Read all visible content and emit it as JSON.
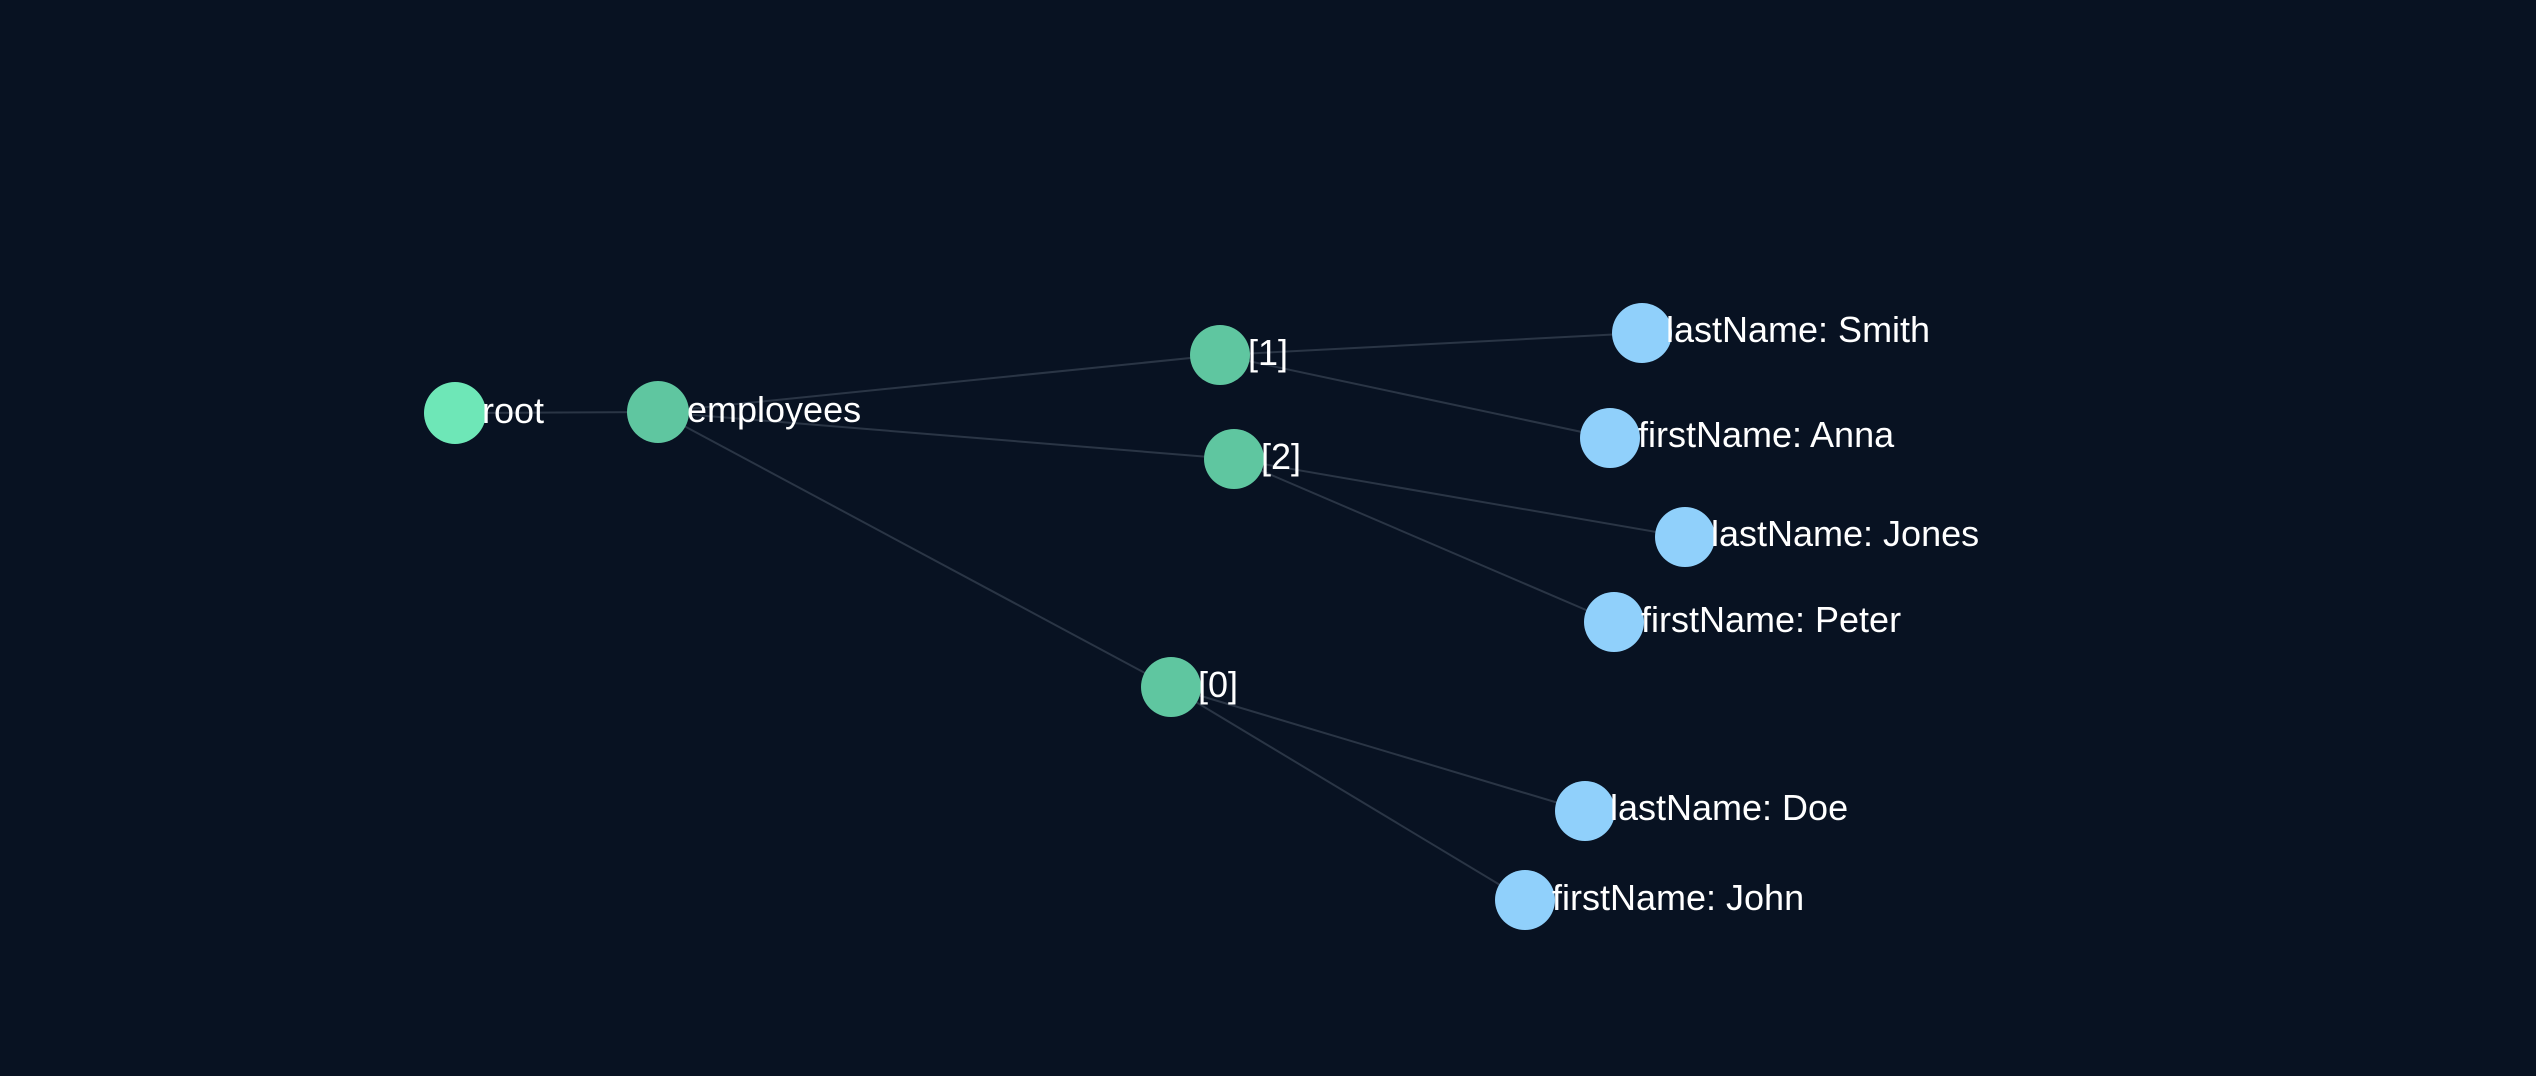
{
  "colors": {
    "background": "#081222",
    "root_node": "#6ee7b7",
    "branch_node": "#5fc6a0",
    "leaf_node": "#90d0fb",
    "edge": "#2a3545",
    "label": "#ffffff"
  },
  "nodes": {
    "root": {
      "label": "root",
      "kind": "root"
    },
    "employees": {
      "label": "employees",
      "kind": "branch"
    },
    "item1": {
      "label": "[1]",
      "kind": "branch"
    },
    "item2": {
      "label": "[2]",
      "kind": "branch"
    },
    "item0": {
      "label": "[0]",
      "kind": "branch"
    },
    "smith": {
      "label": "lastName: Smith",
      "kind": "leaf"
    },
    "anna": {
      "label": "firstName: Anna",
      "kind": "leaf"
    },
    "jones": {
      "label": "lastName: Jones",
      "kind": "leaf"
    },
    "peter": {
      "label": "firstName: Peter",
      "kind": "leaf"
    },
    "doe": {
      "label": "lastName: Doe",
      "kind": "leaf"
    },
    "john": {
      "label": "firstName: John",
      "kind": "leaf"
    }
  },
  "edges": [
    [
      "root",
      "employees"
    ],
    [
      "employees",
      "item1"
    ],
    [
      "employees",
      "item2"
    ],
    [
      "employees",
      "item0"
    ],
    [
      "item1",
      "smith"
    ],
    [
      "item1",
      "anna"
    ],
    [
      "item2",
      "jones"
    ],
    [
      "item2",
      "peter"
    ],
    [
      "item0",
      "doe"
    ],
    [
      "item0",
      "john"
    ]
  ]
}
